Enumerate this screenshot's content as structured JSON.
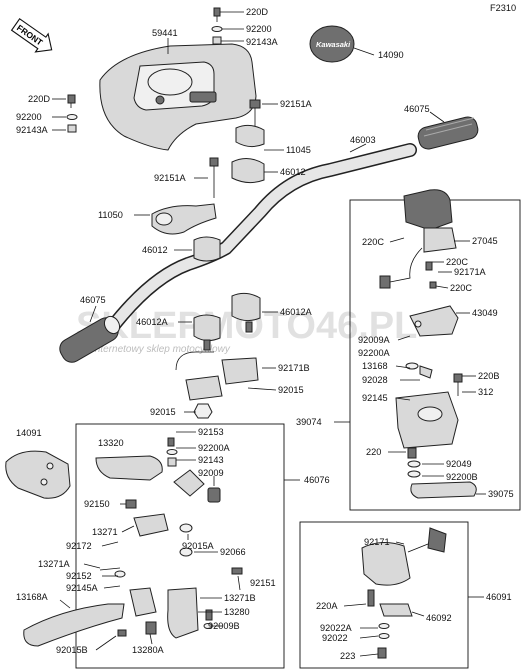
{
  "figure_id": "F2310",
  "front_label": "FRONT",
  "watermark": {
    "brand": "SKLEPMOTO46.PL",
    "tagline": "Internetowy sklep motocyklowy"
  },
  "emblem_text": "Kawasaki",
  "labels": {
    "l220D_top": "220D",
    "l92200_top": "92200",
    "l92143A_top": "92143A",
    "l59441": "59441",
    "l14090": "14090",
    "l220D_left": "220D",
    "l92200_left": "92200",
    "l92143A_left": "92143A",
    "l92151A_a": "92151A",
    "l46075_right": "46075",
    "l11045": "11045",
    "l46003": "46003",
    "l92151A_b": "92151A",
    "l46012_a": "46012",
    "l11050": "11050",
    "l46012_b": "46012",
    "l27045": "27045",
    "l220C_a": "220C",
    "l220C_b": "220C",
    "l92171A": "92171A",
    "l220C_c": "220C",
    "l46075_left": "46075",
    "l46012A_a": "46012A",
    "l46012A_b": "46012A",
    "l43049": "43049",
    "l92009A": "92009A",
    "l92200A_r": "92200A",
    "l13168": "13168",
    "l92028": "92028",
    "l92171B": "92171B",
    "l220B": "220B",
    "l92015_a": "92015",
    "l312": "312",
    "l92145": "92145",
    "l92015_b": "92015",
    "l39074": "39074",
    "l92153": "92153",
    "l14091": "14091",
    "l13320": "13320",
    "l92200A_m": "92200A",
    "l92143": "92143",
    "l92009": "92009",
    "l220": "220",
    "l46076": "46076",
    "l92049": "92049",
    "l92200B": "92200B",
    "l92150": "92150",
    "l39075": "39075",
    "l13271": "13271",
    "l92015A": "92015A",
    "l92172": "92172",
    "l92066": "92066",
    "l13271A": "13271A",
    "l92171": "92171",
    "l92152": "92152",
    "l92151": "92151",
    "l92145A": "92145A",
    "l13271B": "13271B",
    "l13168A": "13168A",
    "l13280": "13280",
    "l46091": "46091",
    "l220A": "220A",
    "l46092": "46092",
    "l92009B": "92009B",
    "l92022A": "92022A",
    "l92015B": "92015B",
    "l13280A": "13280A",
    "l92022": "92022",
    "l223": "223"
  }
}
